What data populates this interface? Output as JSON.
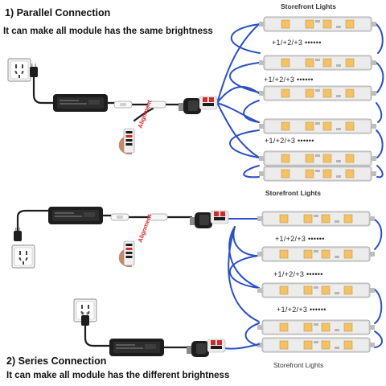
{
  "parallel": {
    "heading": "1) Parallel Connection",
    "description": "It can make all module has the same brightness",
    "brand_top": "Storefront Lights",
    "brand_bottom": "Storefront Lights",
    "labels": [
      "+1/+2/+3 ••••••",
      "+1/+2/+3 ••••••",
      "+1/+2/+3 ••••••"
    ],
    "remote_label": "Alignment"
  },
  "series": {
    "heading": "2) Series Connection",
    "description": "It can make all module has the different brightness",
    "brand": "Storefront Lights",
    "labels": [
      "+1/+2/+3 ••••••",
      "+1/+2/+3 ••••••",
      "+1/+2/+3 ••••••"
    ],
    "remote_label": "Alignment"
  },
  "colors": {
    "wire": "#2a4fc4",
    "module": "#dcdcdc",
    "led": "#f3c267",
    "adapter": "#1d1d1d",
    "remote_accent": "#d42a2a"
  }
}
